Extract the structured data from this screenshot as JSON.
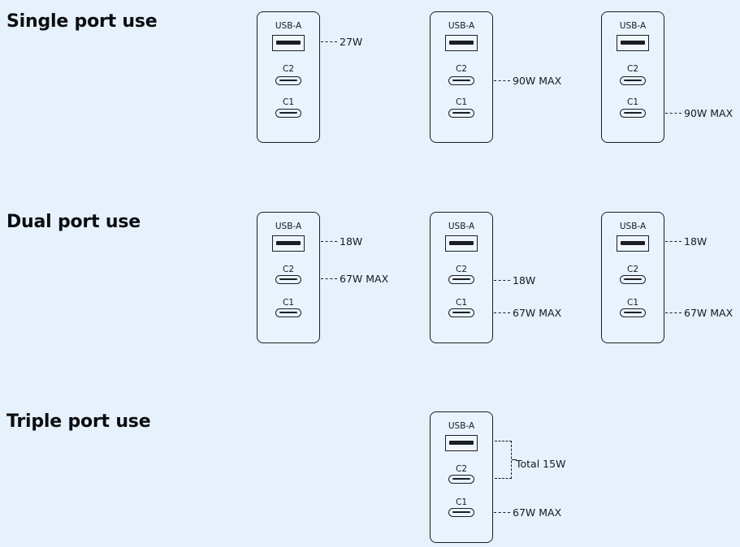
{
  "sections": [
    {
      "heading": "Single port use",
      "chargers": [
        {
          "port_labels": {
            "usba": "USB-A",
            "c2": "C2",
            "c1": "C1"
          },
          "outputs": {
            "usba": "27W"
          }
        },
        {
          "port_labels": {
            "usba": "USB-A",
            "c2": "C2",
            "c1": "C1"
          },
          "outputs": {
            "c2": "90W MAX"
          }
        },
        {
          "port_labels": {
            "usba": "USB-A",
            "c2": "C2",
            "c1": "C1"
          },
          "outputs": {
            "c1": "90W MAX"
          }
        }
      ]
    },
    {
      "heading": "Dual port use",
      "chargers": [
        {
          "port_labels": {
            "usba": "USB-A",
            "c2": "C2",
            "c1": "C1"
          },
          "outputs": {
            "usba": "18W",
            "c2": "67W MAX"
          }
        },
        {
          "port_labels": {
            "usba": "USB-A",
            "c2": "C2",
            "c1": "C1"
          },
          "outputs": {
            "c2": "18W",
            "c1": "67W MAX"
          }
        },
        {
          "port_labels": {
            "usba": "USB-A",
            "c2": "C2",
            "c1": "C1"
          },
          "outputs": {
            "usba": "18W",
            "c1": "67W MAX"
          }
        }
      ]
    },
    {
      "heading": "Triple port use",
      "chargers": [
        {
          "port_labels": {
            "usba": "USB-A",
            "c2": "C2",
            "c1": "C1"
          },
          "outputs": {
            "combined_usba_c2": "Total 15W",
            "c1": "67W MAX"
          }
        }
      ]
    }
  ]
}
